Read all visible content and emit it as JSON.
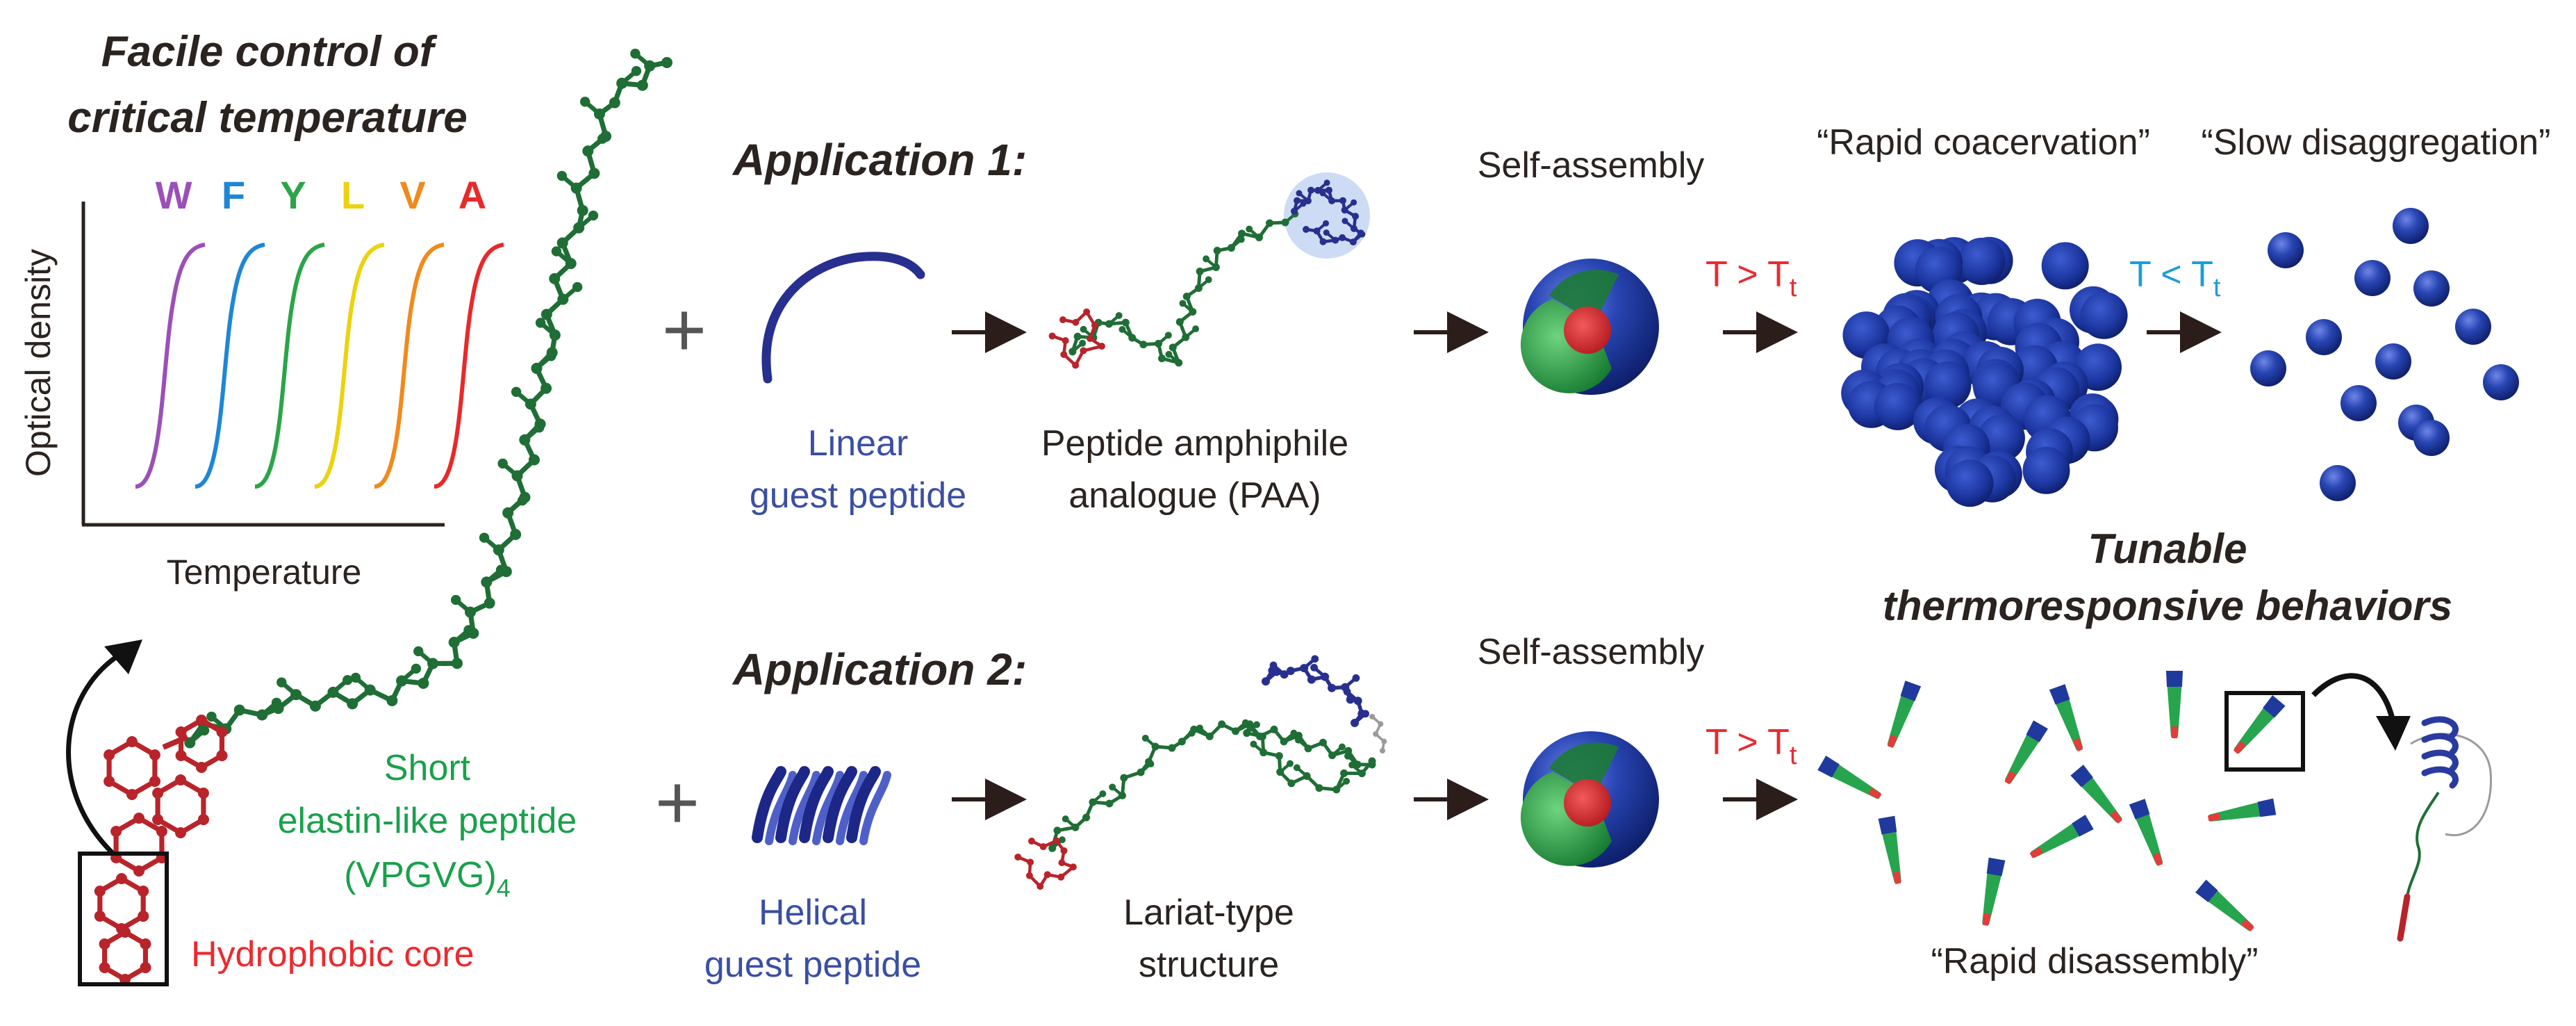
{
  "left_panel": {
    "title_line1": "Facile control of",
    "title_line2": "critical temperature",
    "ylabel": "Optical density",
    "xlabel": "Temperature",
    "residues": [
      {
        "letter": "W",
        "color": "#9b4fb8"
      },
      {
        "letter": "F",
        "color": "#1f86d6"
      },
      {
        "letter": "Y",
        "color": "#2ca448"
      },
      {
        "letter": "L",
        "color": "#ecd20f"
      },
      {
        "letter": "V",
        "color": "#f08a1c"
      },
      {
        "letter": "A",
        "color": "#e8292a"
      }
    ],
    "short_label_1": "Short",
    "short_label_2": "elastin-like peptide",
    "short_label_3": "(VPGVG)",
    "short_label_sub": "4",
    "core_label": "Hydrophobic core"
  },
  "app1": {
    "title": "Application 1:",
    "guest_label_1": "Linear",
    "guest_label_2": "guest peptide",
    "product_label_1": "Peptide amphiphile",
    "product_label_2": "analogue (PAA)",
    "self_assembly": "Self-assembly",
    "heat_condition": "T > T",
    "heat_sub": "t",
    "coacervation_label": "“Rapid coacervation”",
    "cool_condition": "T < T",
    "cool_sub": "t",
    "disaggregation_label": "“Slow disaggregation”"
  },
  "app2": {
    "title": "Application 2:",
    "guest_label_1": "Helical",
    "guest_label_2": "guest peptide",
    "product_label_1": "Lariat-type",
    "product_label_2": "structure",
    "self_assembly": "Self-assembly",
    "heat_condition": "T > T",
    "heat_sub": "t",
    "disassembly_label": "“Rapid disassembly”"
  },
  "tunable_1": "Tunable",
  "tunable_2": "thermoresponsive behaviors",
  "plus_sign": "+",
  "colors": {
    "elp_green": "#1f6e35",
    "core_red": "#b8242a",
    "guest_blue": "#27308f",
    "label_blue": "#3a4fa3",
    "label_green": "#19a14b",
    "label_red": "#ec2a2f",
    "cool_cyan": "#1b9fd8",
    "sphere_blue": "#1f3a9c"
  }
}
